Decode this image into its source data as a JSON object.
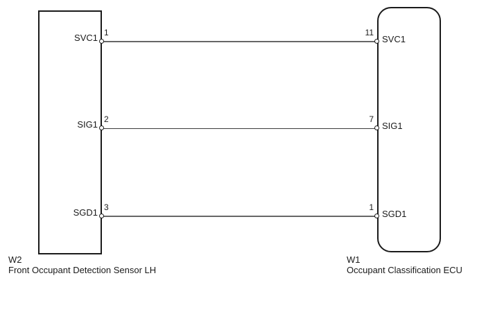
{
  "diagram": {
    "left_component": {
      "id": "W2",
      "name": "Front Occupant Detection Sensor LH"
    },
    "right_component": {
      "id": "W1",
      "name": "Occupant Classification ECU"
    },
    "wires": [
      {
        "left_label": "SVC1",
        "left_pin": "1",
        "right_pin": "11",
        "right_label": "SVC1"
      },
      {
        "left_label": "SIG1",
        "left_pin": "2",
        "right_pin": "7",
        "right_label": "SIG1"
      },
      {
        "left_label": "SGD1",
        "left_pin": "3",
        "right_pin": "1",
        "right_label": "SGD1"
      }
    ],
    "colors": {
      "wire": "#666666",
      "wire_thin": "#3a3a3a",
      "outline": "#1a1a1a",
      "background": "#ffffff",
      "node_fill": "#ffffff"
    }
  }
}
